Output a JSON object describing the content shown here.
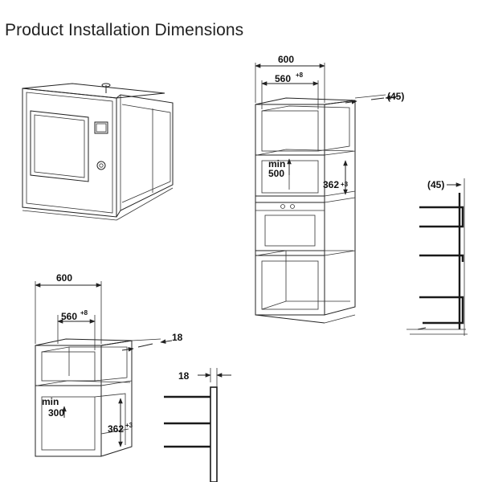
{
  "title": "Product Installation Dimensions",
  "dimensions": {
    "tall_width": "600",
    "tall_inner_width": "560",
    "tall_inner_tolerance": "+8",
    "tall_depth": "(45)",
    "tall_min_label": "min",
    "tall_min_value": "500",
    "tall_height": "362",
    "tall_height_tolerance": "+3",
    "side_depth": "(45)",
    "wall_width": "600",
    "wall_inner_width": "560",
    "wall_inner_tolerance": "+8",
    "wall_thickness": "18",
    "wall_min_label": "min",
    "wall_min_value": "300",
    "wall_height": "362",
    "wall_height_tolerance": "+3",
    "side_thickness": "18"
  },
  "colors": {
    "line": "#222222",
    "text": "#111111",
    "background": "#ffffff"
  }
}
